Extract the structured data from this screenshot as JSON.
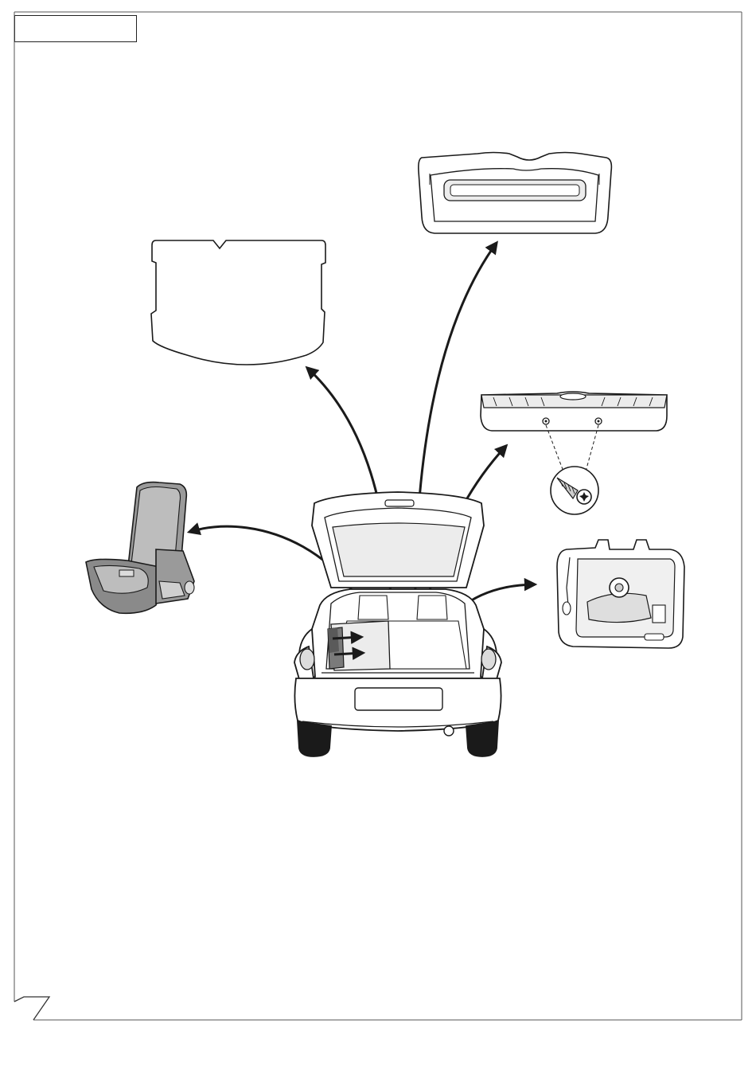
{
  "page": {
    "section_label": "",
    "background_color": "#ffffff",
    "line_color": "#1a1a1a",
    "shade_light": "#e6e6e6",
    "shade_mid": "#bdbdbd",
    "shade_dark": "#8a8a8a"
  },
  "components": [
    {
      "id": "parcel-shelf",
      "icon": "parcel-shelf-icon"
    },
    {
      "id": "boot-mat",
      "icon": "boot-mat-icon"
    },
    {
      "id": "sill-trim",
      "icon": "sill-trim-icon"
    },
    {
      "id": "screw",
      "icon": "torx-screw-icon"
    },
    {
      "id": "rear-seat",
      "icon": "folding-rear-seat-icon"
    },
    {
      "id": "spare-wheel-tray",
      "icon": "spare-wheel-tray-icon"
    },
    {
      "id": "vehicle",
      "icon": "hatchback-rear-view-icon"
    }
  ]
}
